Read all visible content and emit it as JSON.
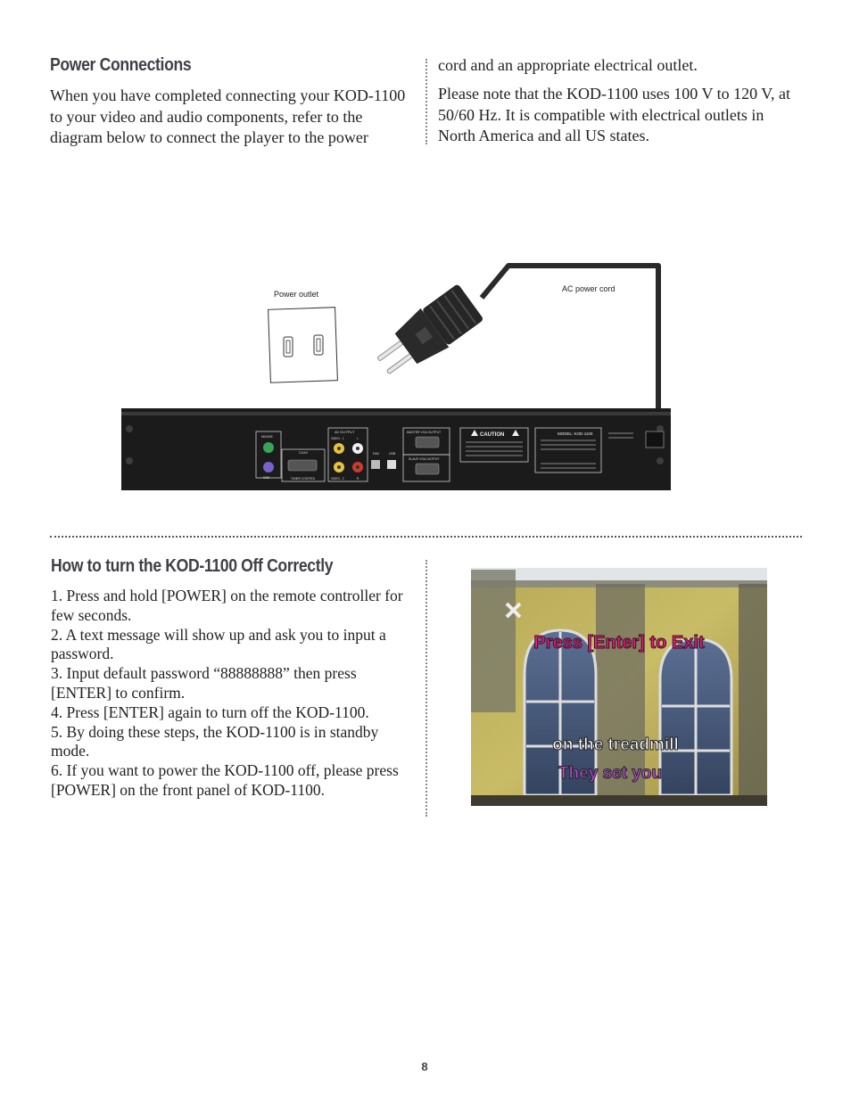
{
  "section1": {
    "title": "Power Connections",
    "col1_text": "When you have completed connecting your KOD-1100 to your video and audio components, refer to the diagram below to connect the player to the power",
    "col2_p1": "cord and an appropriate electrical outlet.",
    "col2_p2": "Please note that the KOD-1100 uses 100 V to 120 V, at 50/60 Hz. It is compatible with electrical outlets in North America and all US states."
  },
  "diagram": {
    "outlet_label": "Power outlet",
    "cord_label": "AC power cord",
    "panel": {
      "mouse": "MOUSE",
      "kbd": "KBD",
      "av_output": "AV OUTPUT",
      "video1": "VIDEO - 1",
      "video2": "VIDEO - 2",
      "l": "L",
      "r": "R",
      "coax": "COAX",
      "tuner": "TUNER CONTROL",
      "fan": "FAN",
      "usb": "USB",
      "master_vga": "MASTER VGA OUTPUT",
      "slave_vga": "SLAVE VGA OUTPUT",
      "caution": "CAUTION",
      "model": "MODEL: KOD-1100"
    }
  },
  "section2": {
    "title": "How to turn the KOD-1100 Off Correctly",
    "steps": [
      "1. Press and hold [POWER] on the remote controller for few seconds.",
      "2. A text message will show up and ask you to input a password.",
      "3. Input default password “88888888” then press [ENTER] to confirm.",
      "4. Press [ENTER] again to turn off the KOD-1100.",
      "5. By doing these steps, the KOD-1100 is in standby mode.",
      "6. If you want to power the KOD-1100 off, please press [POWER] on the front panel of KOD-1100."
    ]
  },
  "screen": {
    "message": "Press [Enter] to Exit",
    "lyric1": "on the treadmill",
    "lyric2": "They set you"
  },
  "page_number": "8"
}
